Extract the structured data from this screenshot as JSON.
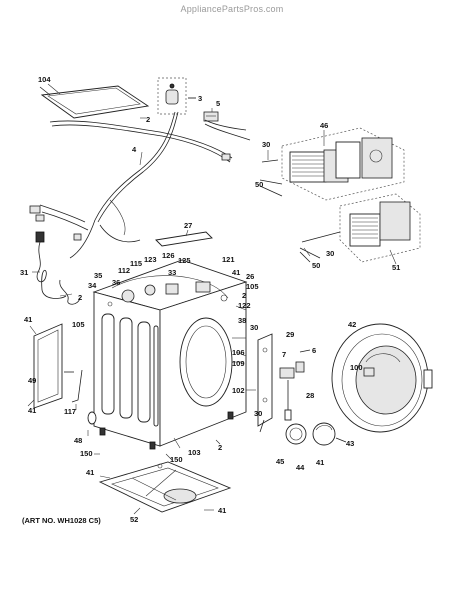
{
  "watermark": "AppliancePartsPros.com",
  "art_number": "(ART NO. WH1028 C5)",
  "labels": [
    "104",
    "3",
    "2",
    "5",
    "4",
    "46",
    "30",
    "50",
    "27",
    "30",
    "50",
    "51",
    "31",
    "123",
    "126",
    "125",
    "121",
    "115",
    "112",
    "33",
    "41",
    "26",
    "35",
    "36",
    "105",
    "34",
    "2",
    "2",
    "122",
    "41",
    "105",
    "38",
    "30",
    "29",
    "42",
    "106",
    "7",
    "6",
    "109",
    "100",
    "49",
    "102",
    "28",
    "117",
    "41",
    "30",
    "48",
    "2",
    "43",
    "150",
    "103",
    "150",
    "41",
    "45",
    "44",
    "41",
    "52",
    "41"
  ]
}
